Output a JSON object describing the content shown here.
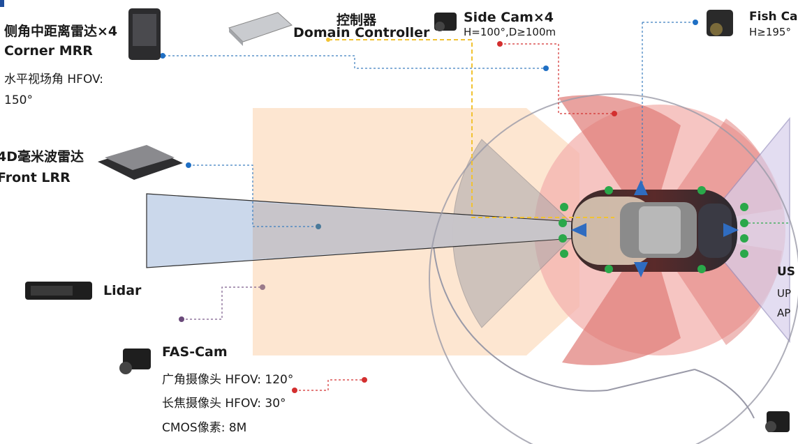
{
  "labels": {
    "corner_mrr_cn": "侧角中距离雷达×4",
    "corner_mrr_en": "Corner MRR",
    "corner_mrr_hfov": "水平视场角 HFOV:",
    "corner_mrr_hfov_val": "150°",
    "controller_cn": "控制器",
    "controller_en": "Domain Controller",
    "side_cam_title": "Side Cam×4",
    "side_cam_spec": "H=100°,D≥100m",
    "fish_cam_title": "Fish Ca",
    "fish_cam_spec": "H≥195°",
    "front_lrr_cn": "4D毫米波雷达",
    "front_lrr_en": "Front LRR",
    "lidar": "Lidar",
    "fas_cam_title": "FAS-Cam",
    "fas_wide": "广角摄像头 HFOV: 120°",
    "fas_tele": "长焦摄像头 HFOV:  30°",
    "fas_cmos": "CMOS像素: 8M",
    "uss_title": "US",
    "uss_line1": "UP",
    "uss_line2": "AP"
  },
  "colors": {
    "radar_red": "#d9534f",
    "fas_orange": "#fde3cc",
    "lrr_blue": "#c9d6ea",
    "lidar_grey": "#a8a8b8",
    "arrow_blue": "#2f6cc0",
    "sensor_green": "#2aa84a",
    "controller_line": "#f1c232",
    "brand": "#1f4e9c"
  },
  "icons": [
    "corner-radar-device-icon",
    "domain-controller-device-icon",
    "side-camera-device-icon",
    "fisheye-camera-device-icon",
    "front-radar-device-icon",
    "lidar-device-icon",
    "fas-camera-device-icon",
    "car-topview-icon"
  ]
}
